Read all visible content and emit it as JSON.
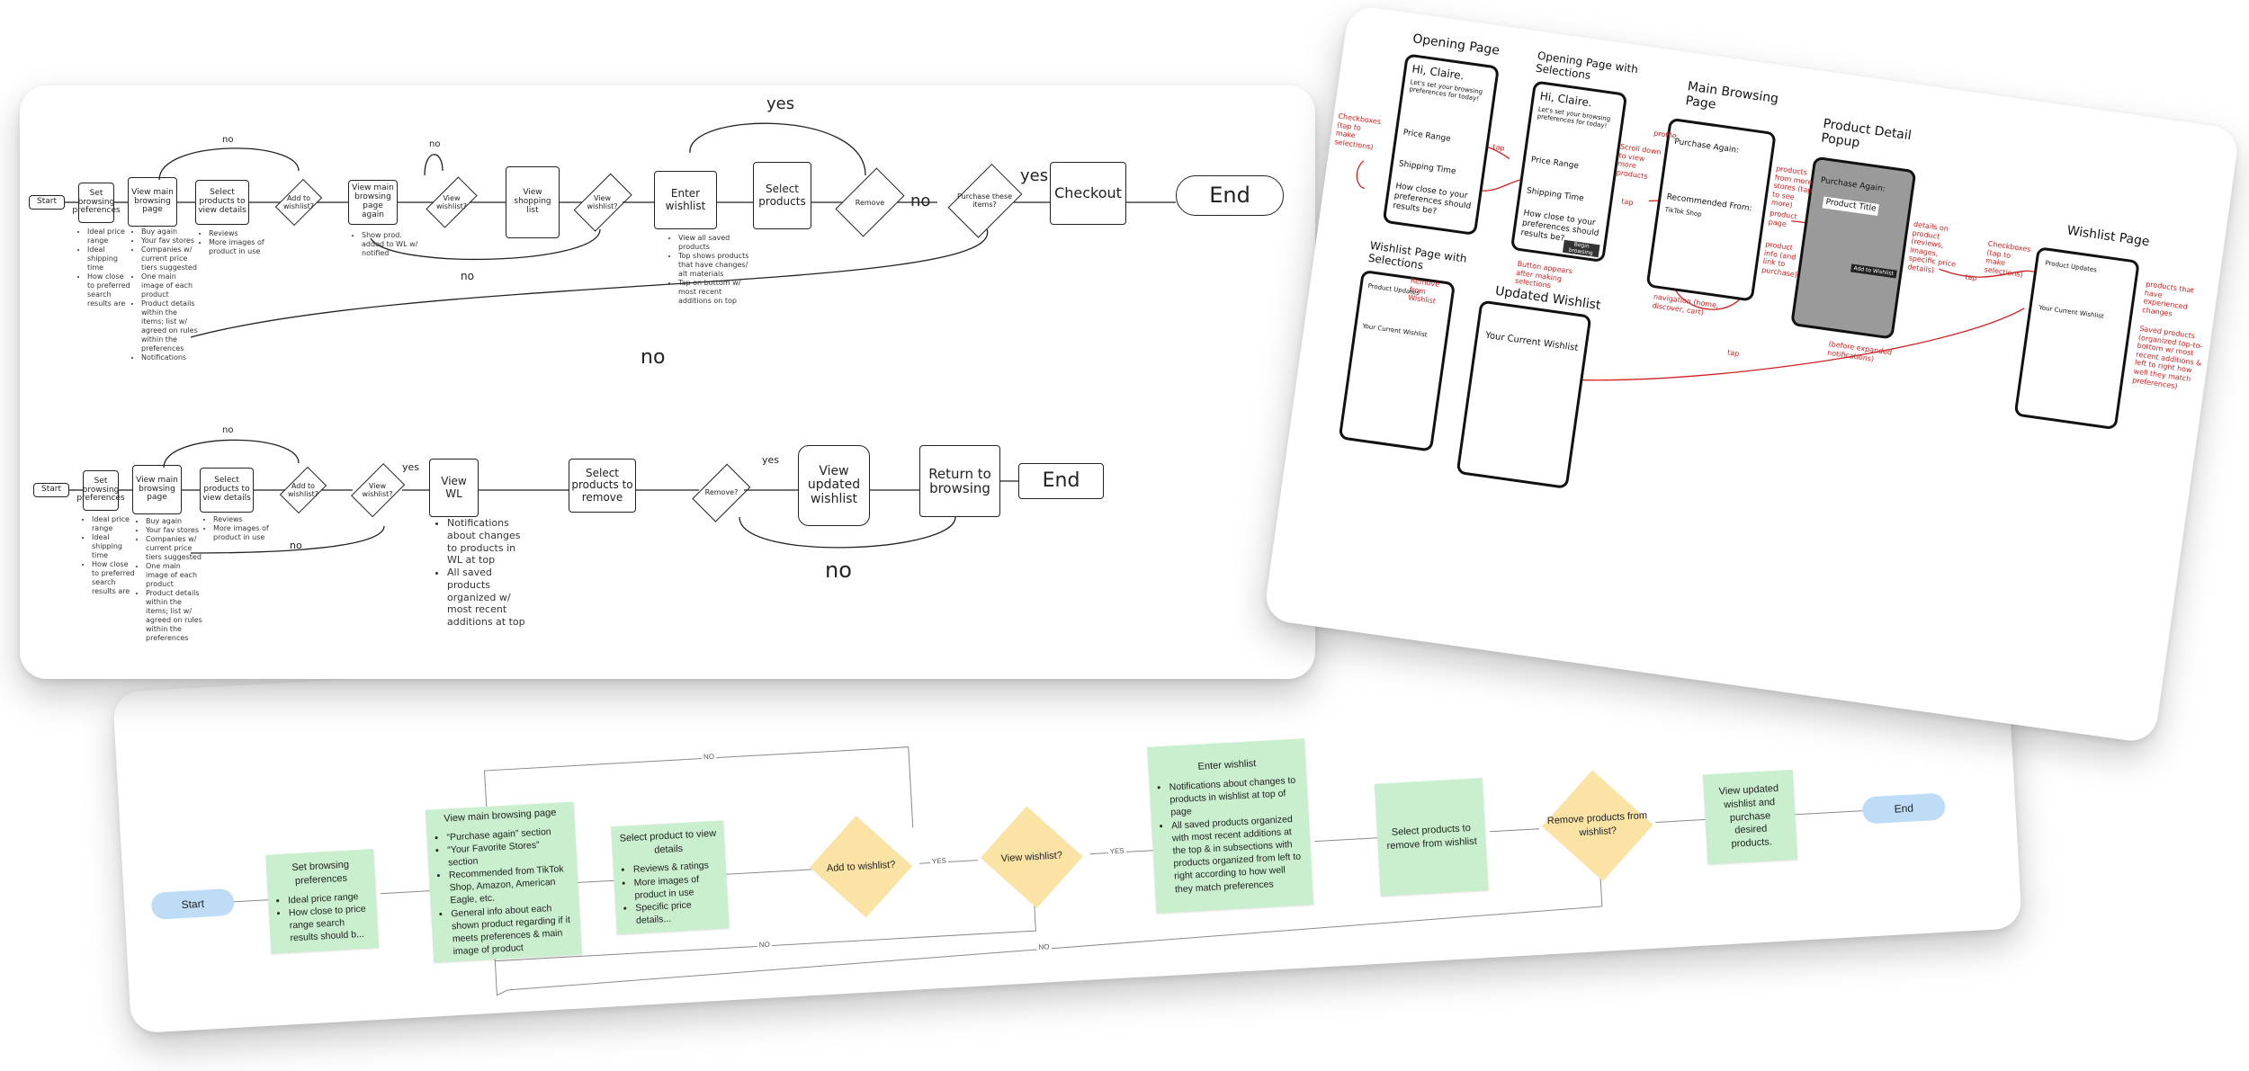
{
  "flowchart": {
    "start": "Start",
    "set_prefs": {
      "title": "Set browsing preferences",
      "bullets": [
        "Ideal price range",
        "How close to price range search results should b..."
      ]
    },
    "main_page": {
      "title": "View main browsing page",
      "bullets": [
        "“Purchase again” section",
        "“Your Favorite Stores” section",
        "Recommended from TikTok Shop, Amazon, American Eagle, etc.",
        "General info about each shown product regarding if it meets preferences & main image of product"
      ]
    },
    "select_product": {
      "title": "Select product to view details",
      "bullets": [
        "Reviews & ratings",
        "More images of product in use",
        "Specific price details..."
      ]
    },
    "add_wishlist": "Add to wishlist?",
    "view_wishlist": "View wishlist?",
    "enter_wishlist": {
      "title": "Enter wishlist",
      "bullets": [
        "Notifications about changes to products in wishlist at top of page",
        "All saved products organized with most recent additions at the top & in subsections with products organized from left to right according to how well they match preferences"
      ]
    },
    "select_remove": "Select products to remove from wishlist",
    "remove_q": "Remove products from wishlist?",
    "view_updated": "View updated wishlist and purchase desired products.",
    "end": "End",
    "edge_yes": "YES",
    "edge_no": "NO"
  },
  "sketch_flow": {
    "start": "Start",
    "set_prefs": "Set browsing preferences",
    "view_main": "View main browsing page",
    "select_product": "Select products to view details",
    "add_wishlist": "Add to wishlist?",
    "view_main_again": "View main browsing page again",
    "view_wishlist": "View wishlist?",
    "view_shopping": "View shopping list",
    "enter_wishlist": "Enter wishlist",
    "select_products": "Select products",
    "remove": "Remove",
    "purchase": "Purchase these items?",
    "checkout": "Checkout",
    "end": "End",
    "view_wl": "View WL",
    "select_to_remove": "Select products to remove",
    "remove2": "Remove?",
    "view_updated": "View updated wishlist",
    "return_browsing": "Return to browsing",
    "yes": "yes",
    "no": "no",
    "notes_prefs": [
      "Ideal price range",
      "Ideal shipping time",
      "How close to preferred search results are"
    ],
    "notes_main": [
      "Buy again",
      "Your fav stores",
      "Companies w/ current price tiers suggested",
      "One main image of each product",
      "Product details within the items; list w/ agreed on rules within the preferences",
      "Notifications"
    ],
    "notes_select": [
      "Reviews",
      "More images of product in use"
    ],
    "notes_added": [
      "Show prod. added to WL w/ notified"
    ],
    "notes_enter": [
      "View all saved products",
      "Top shows products that have changes/ alt materials",
      "Tap on bottom w/ most recent additions on top"
    ],
    "notes_view_wl": [
      "Notifications about changes to products in WL at top",
      "All saved products organized w/ most recent additions at top"
    ]
  },
  "wireframes": {
    "opening": {
      "title": "Opening Page",
      "greeting": "Hi, Claire.",
      "question": "Let's set your browsing preferences for today!",
      "price": "Price Range",
      "shipping": "Shipping Time",
      "close": "How close to your preferences should results be?"
    },
    "opening_sel": {
      "title": "Opening Page with Selections",
      "greeting": "Hi, Claire.",
      "question": "Let's set your browsing preferences for today!",
      "price": "Price Range",
      "shipping": "Shipping Time",
      "close": "How close to your preferences should results be?",
      "button": "Begin browsing"
    },
    "main": {
      "title": "Main Browsing Page",
      "purchase": "Purchase Again:",
      "recommended": "Recommended From:",
      "store": "TikTok Shop"
    },
    "detail": {
      "title": "Product Detail Popup",
      "purchase": "Purchase Again:",
      "product": "Product Title",
      "button": "Add to Wishlist"
    },
    "wishlist": {
      "title": "Wishlist Page",
      "updates": "Product Updates",
      "current": "Your Current Wishlist"
    },
    "wishlist_sel": {
      "title": "Wishlist Page with Selections",
      "updates": "Product Updates",
      "current": "Your Current Wishlist"
    },
    "updated": {
      "title": "Updated Wishlist",
      "current": "Your Current Wishlist"
    },
    "red_notes": {
      "checkboxes": "Checkboxes (tap to make selections)",
      "tap": "tap",
      "profile": "profile",
      "scroll": "Scroll down to view more products",
      "products_from": "products from more stores (tap to see more)",
      "product_page": "product page",
      "product_info": "product info (and link to purchase)",
      "navigation": "navigation (home, discover, cart)",
      "button_appears": "Button appears after making selections",
      "details": "details on product (reviews, images, specific price details)",
      "collapsed": "(before expanded notifications)",
      "checkboxes_wl": "Checkboxes (tap to make selections)",
      "updates": "products that have experienced changes",
      "saved": "Saved products (organized top-to-bottom w/ most recent additions & left to right how well they match preferences)",
      "remove_btn": "Remove from Wishlist"
    }
  }
}
